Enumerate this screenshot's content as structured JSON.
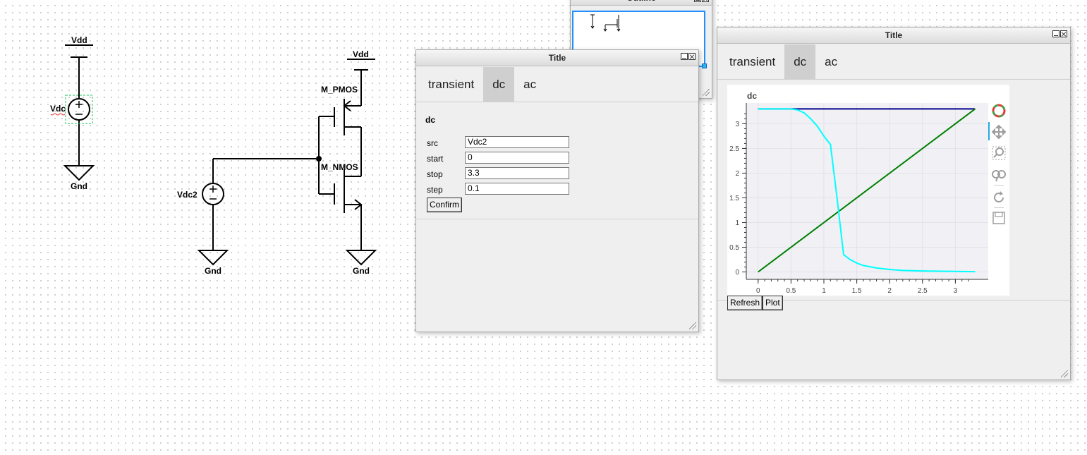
{
  "schematic": {
    "labels": {
      "vdd_left": "Vdd",
      "vdc": "Vdc",
      "gnd_left": "Gnd",
      "vdd_right": "Vdd",
      "m_pmos": "M_PMOS",
      "m_nmos": "M_NMOS",
      "vdc2": "Vdc2",
      "gnd_mid": "Gnd",
      "gnd_right": "Gnd"
    }
  },
  "outline_window": {
    "title": "Outline"
  },
  "dc_window": {
    "title": "Title",
    "tabs": [
      "transient",
      "dc",
      "ac"
    ],
    "active_tab": "dc",
    "form_title": "dc",
    "fields": [
      {
        "label": "src",
        "value": "Vdc2"
      },
      {
        "label": "start",
        "value": "0"
      },
      {
        "label": "stop",
        "value": "3.3"
      },
      {
        "label": "step",
        "value": "0.1"
      }
    ],
    "confirm_label": "Confirm"
  },
  "plot_window": {
    "title": "Title",
    "tabs": [
      "transient",
      "dc",
      "ac"
    ],
    "active_tab": "dc",
    "refresh_label": "Refresh",
    "plot_label": "Plot",
    "toolbar_icons": [
      "logo-icon",
      "pan-icon",
      "box-zoom-icon",
      "wheel-zoom-icon",
      "reset-icon",
      "save-icon"
    ]
  },
  "chart_data": {
    "type": "line",
    "title": "dc",
    "xlabel": "",
    "ylabel": "",
    "xlim": [
      -0.18,
      3.5
    ],
    "ylim": [
      -0.15,
      3.42
    ],
    "xticks": [
      0,
      0.5,
      1,
      1.5,
      2,
      2.5,
      3
    ],
    "yticks": [
      0,
      0.5,
      1,
      1.5,
      2,
      2.5,
      3
    ],
    "grid": true,
    "series": [
      {
        "color": "#00008b",
        "x": [
          0,
          3.3
        ],
        "y": [
          3.3,
          3.3
        ]
      },
      {
        "color": "#008000",
        "x": [
          0,
          3.3
        ],
        "y": [
          0,
          3.3
        ]
      },
      {
        "color": "#00ffff",
        "x": [
          0,
          0.5,
          0.6,
          0.7,
          0.8,
          0.9,
          1.0,
          1.1,
          1.2,
          1.3,
          1.4,
          1.5,
          1.6,
          1.8,
          2.0,
          2.2,
          2.5,
          3.0,
          3.3
        ],
        "y": [
          3.3,
          3.3,
          3.28,
          3.22,
          3.1,
          2.95,
          2.75,
          2.58,
          1.5,
          0.35,
          0.25,
          0.18,
          0.13,
          0.08,
          0.05,
          0.03,
          0.02,
          0.01,
          0.005
        ]
      }
    ]
  }
}
